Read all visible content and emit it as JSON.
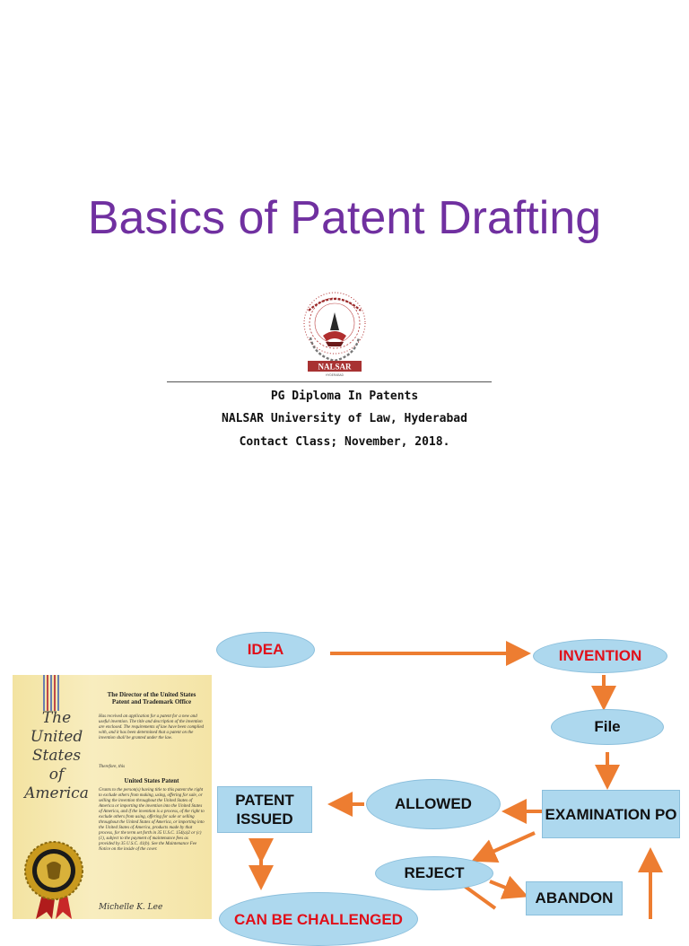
{
  "title": "Basics of Patent Drafting",
  "course": {
    "line1": "PG Diploma In Patents",
    "line2": "NALSAR University of Law, Hyderabad",
    "line3": "Contact Class; November, 2018."
  },
  "logo": {
    "banner": "NALSAR",
    "motto": "धर्मे सर्वं प्रतिष्ठितम्"
  },
  "certificate": {
    "script": [
      "The",
      "United",
      "States",
      "of",
      "America"
    ],
    "heading": "The Director of the United States Patent and Trademark Office",
    "para1": "Has received an application for a patent for a new and useful invention. The title and description of the invention are enclosed. The requirements of law have been complied with, and it has been determined that a patent on the invention shall be granted under the law.",
    "therefore": "Therefore, this",
    "subheading": "United States Patent",
    "para2": "Grants to the person(s) having title to this patent the right to exclude others from making, using, offering for sale, or selling the invention throughout the United States of America or importing the invention into the United States of America, and if the invention is a process, of the right to exclude others from using, offering for sale or selling throughout the United States of America, or importing into the United States of America, products made by that process, for the term set forth in 35 U.S.C. 154(a)2 or (c)(1), subject to the payment of maintenance fees as provided by 35 U.S.C. 41(b). See the Maintenance Fee Notice on the inside of the cover.",
    "signature": "Michelle K. Lee"
  },
  "flowchart": {
    "nodes": {
      "idea": "IDEA",
      "invention": "INVENTION",
      "file": "File",
      "examination": "EXAMINATION PO",
      "allowed": "ALLOWED",
      "patent_issued": "PATENT ISSUED",
      "reject": "REJECT",
      "abandon": "ABANDON",
      "challenged": "CAN BE CHALLENGED"
    },
    "arrow_color": "#ed7d31",
    "node_fill": "#add8ee"
  },
  "colors": {
    "title": "#7030a0",
    "node_red_text": "#e0101a"
  }
}
